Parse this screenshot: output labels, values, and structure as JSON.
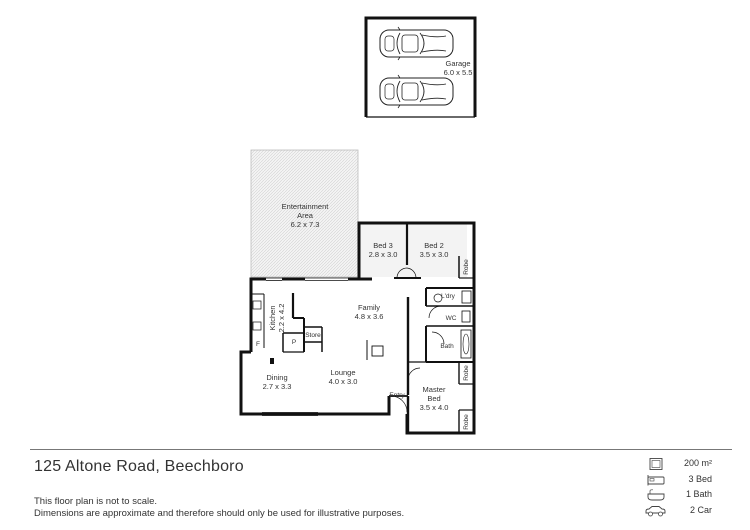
{
  "plan": {
    "rooms": {
      "garage": {
        "name": "Garage",
        "size": "6.0 x 5.5"
      },
      "entertainment": {
        "name_line1": "Entertainment",
        "name_line2": "Area",
        "size": "6.2 x 7.3"
      },
      "bed3": {
        "name": "Bed 3",
        "size": "2.8 x 3.0"
      },
      "bed2": {
        "name": "Bed 2",
        "size": "3.5 x 3.0"
      },
      "family": {
        "name": "Family",
        "size": "4.8 x 3.6"
      },
      "kitchen": {
        "name": "Kitchen",
        "size": "2.2 x 4.2"
      },
      "store": {
        "name": "Store"
      },
      "pantry": {
        "name": "P"
      },
      "fridge": {
        "name": "F"
      },
      "dining": {
        "name": "Dining",
        "size": "2.7 x 3.3"
      },
      "lounge": {
        "name": "Lounge",
        "size": "4.0 x 3.0"
      },
      "entry": {
        "name": "Entry"
      },
      "laundry": {
        "name": "L'dry"
      },
      "wc": {
        "name": "WC"
      },
      "bath": {
        "name": "Bath"
      },
      "master": {
        "name_line1": "Master",
        "name_line2": "Bed",
        "size": "3.5 x 4.0"
      },
      "robe": {
        "name": "Robe"
      }
    }
  },
  "listing": {
    "address": "125 Altone Road, Beechboro",
    "disclaimer_line1": "This floor plan is not to scale.",
    "disclaimer_line2": "Dimensions are approximate and therefore should only be used for illustrative purposes."
  },
  "stats": {
    "area": "200 m²",
    "beds": "3 Bed",
    "baths": "1 Bath",
    "cars": "2 Car"
  },
  "icons": {
    "area": "floor-area-icon",
    "beds": "bed-icon",
    "baths": "bath-icon",
    "cars": "car-icon"
  }
}
